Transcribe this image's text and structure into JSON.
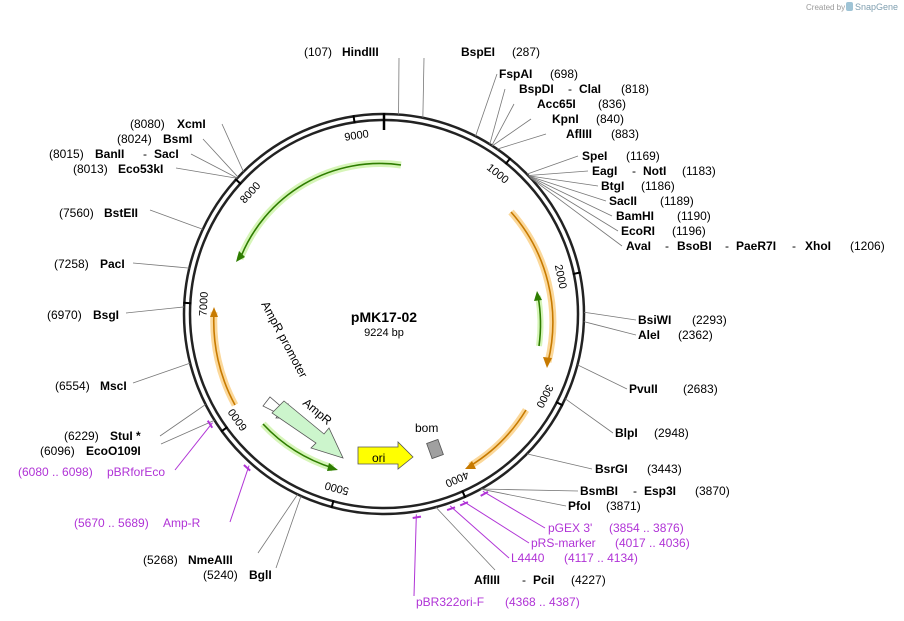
{
  "watermark": {
    "prefix": "Created by",
    "brand": "SnapGene"
  },
  "plasmid": {
    "name": "pMK17-02",
    "length_label": "9224 bp",
    "length": 9224
  },
  "ticks": [
    {
      "pos": 1000,
      "label": "1000"
    },
    {
      "pos": 2000,
      "label": "2000"
    },
    {
      "pos": 3000,
      "label": "3000"
    },
    {
      "pos": 4000,
      "label": "4000"
    },
    {
      "pos": 5000,
      "label": "5000"
    },
    {
      "pos": 6000,
      "label": "6000"
    },
    {
      "pos": 7000,
      "label": "7000"
    },
    {
      "pos": 8000,
      "label": "8000"
    },
    {
      "pos": 9000,
      "label": "9000"
    }
  ],
  "sites": [
    {
      "pos": 107,
      "names": [
        "HindIII"
      ],
      "label": "(107)",
      "side": "left"
    },
    {
      "pos": 287,
      "names": [
        "BspEI"
      ],
      "label": "(287)",
      "side": "right"
    },
    {
      "pos": 698,
      "names": [
        "FspAI"
      ],
      "label": "(698)",
      "side": "right"
    },
    {
      "pos": 818,
      "names": [
        "BspDI",
        "ClaI"
      ],
      "label": "(818)",
      "side": "right"
    },
    {
      "pos": 836,
      "names": [
        "Acc65I"
      ],
      "label": "(836)",
      "side": "right"
    },
    {
      "pos": 840,
      "names": [
        "KpnI"
      ],
      "label": "(840)",
      "side": "right"
    },
    {
      "pos": 883,
      "names": [
        "AflIII"
      ],
      "label": "(883)",
      "side": "right"
    },
    {
      "pos": 1169,
      "names": [
        "SpeI"
      ],
      "label": "(1169)",
      "side": "right"
    },
    {
      "pos": 1183,
      "names": [
        "EagI",
        "NotI"
      ],
      "label": "(1183)",
      "side": "right"
    },
    {
      "pos": 1186,
      "names": [
        "BtgI"
      ],
      "label": "(1186)",
      "side": "right"
    },
    {
      "pos": 1189,
      "names": [
        "SacII"
      ],
      "label": "(1189)",
      "side": "right"
    },
    {
      "pos": 1190,
      "names": [
        "BamHI"
      ],
      "label": "(1190)",
      "side": "right"
    },
    {
      "pos": 1196,
      "names": [
        "EcoRI"
      ],
      "label": "(1196)",
      "side": "right"
    },
    {
      "pos": 1206,
      "names": [
        "AvaI",
        "BsoBI",
        "PaeR7I",
        "XhoI"
      ],
      "label": "(1206)",
      "side": "right"
    },
    {
      "pos": 2293,
      "names": [
        "BsiWI"
      ],
      "label": "(2293)",
      "side": "right"
    },
    {
      "pos": 2362,
      "names": [
        "AleI"
      ],
      "label": "(2362)",
      "side": "right"
    },
    {
      "pos": 2683,
      "names": [
        "PvuII"
      ],
      "label": "(2683)",
      "side": "right"
    },
    {
      "pos": 2948,
      "names": [
        "BlpI"
      ],
      "label": "(2948)",
      "side": "right"
    },
    {
      "pos": 3443,
      "names": [
        "BsrGI"
      ],
      "label": "(3443)",
      "side": "right"
    },
    {
      "pos": 3870,
      "names": [
        "BsmBI",
        "Esp3I"
      ],
      "label": "(3870)",
      "side": "right"
    },
    {
      "pos": 3871,
      "names": [
        "PfoI"
      ],
      "label": "(3871)",
      "side": "right"
    },
    {
      "pos": 4227,
      "names": [
        "AflIII",
        "PciI"
      ],
      "label": "(4227)",
      "side": "right"
    },
    {
      "pos": 5240,
      "names": [
        "BglI"
      ],
      "label": "(5240)",
      "side": "left"
    },
    {
      "pos": 5268,
      "names": [
        "NmeAIII"
      ],
      "label": "(5268)",
      "side": "left"
    },
    {
      "pos": 6096,
      "names": [
        "EcoO109I"
      ],
      "label": "(6096)",
      "side": "left"
    },
    {
      "pos": 6229,
      "names": [
        "StuI *"
      ],
      "label": "(6229)",
      "side": "left"
    },
    {
      "pos": 6554,
      "names": [
        "MscI"
      ],
      "label": "(6554)",
      "side": "left"
    },
    {
      "pos": 6970,
      "names": [
        "BsgI"
      ],
      "label": "(6970)",
      "side": "left"
    },
    {
      "pos": 7258,
      "names": [
        "PacI"
      ],
      "label": "(7258)",
      "side": "left"
    },
    {
      "pos": 7560,
      "names": [
        "BstEII"
      ],
      "label": "(7560)",
      "side": "left"
    },
    {
      "pos": 8013,
      "names": [
        "Eco53kI"
      ],
      "label": "(8013)",
      "side": "left"
    },
    {
      "pos": 8015,
      "names": [
        "BanII",
        "SacI"
      ],
      "label": "(8015)",
      "side": "left"
    },
    {
      "pos": 8024,
      "names": [
        "BsmI"
      ],
      "label": "(8024)",
      "side": "left"
    },
    {
      "pos": 8080,
      "names": [
        "XcmI"
      ],
      "label": "(8080)",
      "side": "left"
    }
  ],
  "primers": [
    {
      "name": "pGEX 3'",
      "range": "(3854 .. 3876)",
      "pos": 3865,
      "side": "right"
    },
    {
      "name": "pRS-marker",
      "range": "(4017 .. 4036)",
      "pos": 4026,
      "side": "right"
    },
    {
      "name": "L4440",
      "range": "(4117 .. 4134)",
      "pos": 4125,
      "side": "right"
    },
    {
      "name": "pBR322ori-F",
      "range": "(4368 .. 4387)",
      "pos": 4377,
      "side": "right"
    },
    {
      "name": "Amp-R",
      "range": "(5670 .. 5689)",
      "pos": 5680,
      "side": "left"
    },
    {
      "name": "pBRforEco",
      "range": "(6080 .. 6098)",
      "pos": 6089,
      "side": "left"
    }
  ],
  "features": [
    {
      "name": "ori",
      "kind": "rep_origin",
      "color": "#ffff00"
    },
    {
      "name": "AmpR",
      "kind": "cds",
      "color": "#ccf5cc"
    },
    {
      "name": "AmpR promoter",
      "kind": "promoter",
      "color": "#ffffff"
    },
    {
      "name": "bom",
      "kind": "misc",
      "color": "#a0a0a0"
    }
  ],
  "colors": {
    "orf_green": "#2e7d00",
    "orf_green_glow": "#d6f5b8",
    "orf_orange": "#c77a00",
    "orf_orange_glow": "#fbd89a",
    "primer": "#b033d6",
    "backbone": "#222222"
  }
}
